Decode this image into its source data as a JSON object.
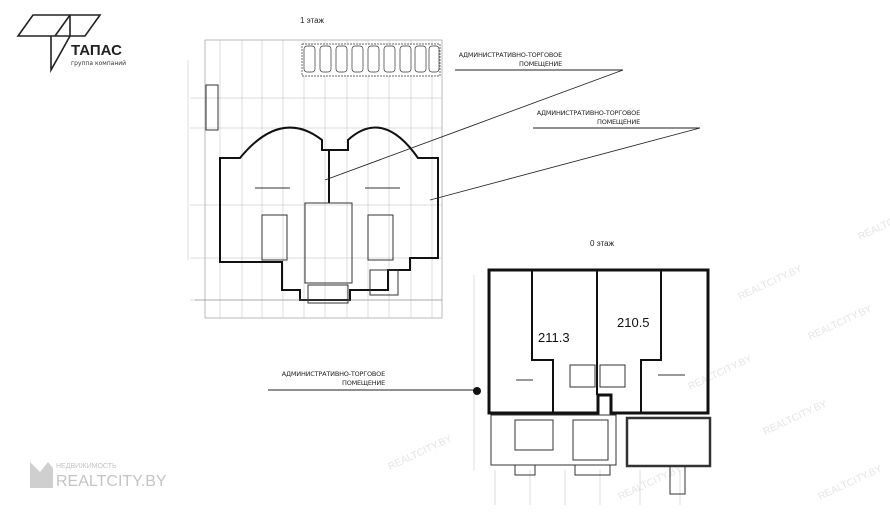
{
  "logo": {
    "name": "ТАПАС",
    "subtitle": "группа компаний"
  },
  "floor_1": {
    "title": "1 этаж",
    "labels": [
      {
        "line1": "АДМИНИСТРАТИВНО-ТОРГОВОЕ",
        "line2": "ПОМЕЩЕНИЕ"
      },
      {
        "line1": "АДМИНИСТРАТИВНО-ТОРГОВОЕ",
        "line2": "ПОМЕЩЕНИЕ"
      }
    ]
  },
  "floor_0": {
    "title": "0 этаж",
    "rooms": [
      "211.3",
      "210.5"
    ],
    "label": {
      "line1": "АДМИНИСТРАТИВНО-ТОРГОВОЕ",
      "line2": "ПОМЕЩЕНИЕ"
    }
  },
  "watermark": {
    "small": "НЕДВИЖИМОСТЬ",
    "brand": "REALTCITY.BY"
  }
}
